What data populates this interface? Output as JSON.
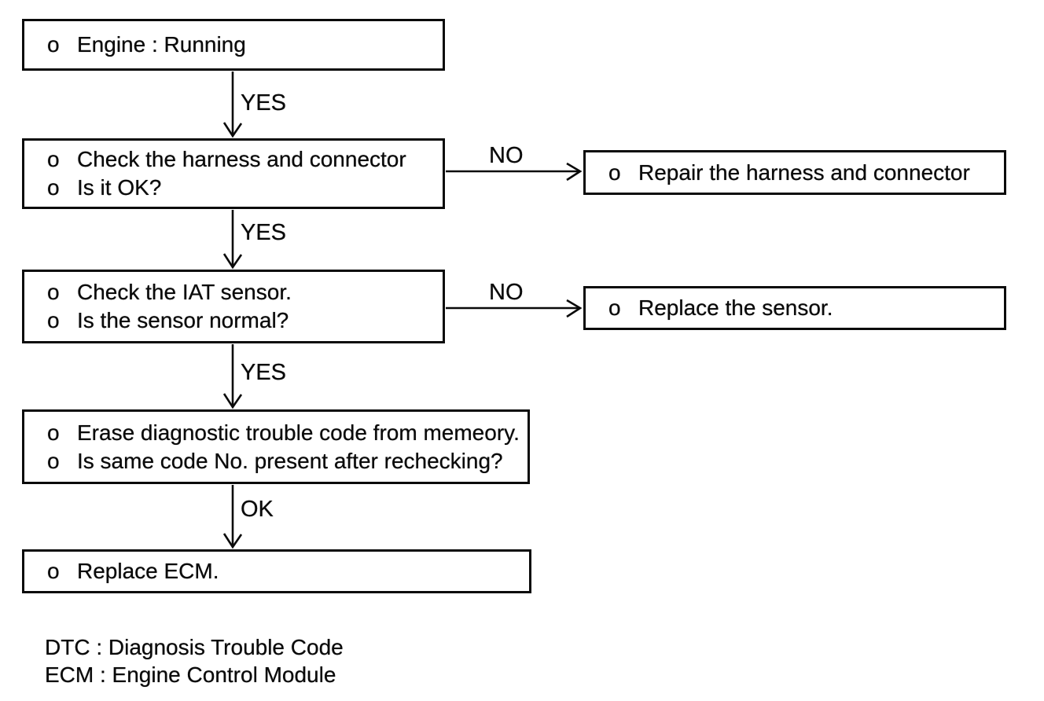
{
  "page": {
    "background": "#ffffff",
    "ink": "#0a0a0a"
  },
  "flowchart": {
    "bullet": "o",
    "boxes": [
      {
        "name": "engine-running",
        "lines": [
          "Engine : Running"
        ]
      },
      {
        "name": "check-harness-connector",
        "lines": [
          "Check the harness and connector",
          "Is it OK?"
        ]
      },
      {
        "name": "repair-harness-connector",
        "lines": [
          "Repair the harness and connector"
        ]
      },
      {
        "name": "check-iat-sensor",
        "lines": [
          "Check the IAT sensor.",
          "Is the sensor normal?"
        ]
      },
      {
        "name": "replace-sensor",
        "lines": [
          "Replace the sensor."
        ]
      },
      {
        "name": "erase-dtc-memory",
        "lines": [
          "Erase diagnostic trouble code from memeory.",
          "Is same code No. present after rechecking?"
        ]
      },
      {
        "name": "replace-ecm",
        "lines": [
          "Replace ECM."
        ]
      }
    ],
    "edge_labels": {
      "yes1": "YES",
      "no1": "NO",
      "yes2": "YES",
      "no2": "NO",
      "yes3": "YES",
      "ok1": "OK"
    },
    "footnotes": {
      "line1": "DTC : Diagnosis Trouble Code",
      "line2": "ECM : Engine Control Module"
    }
  }
}
